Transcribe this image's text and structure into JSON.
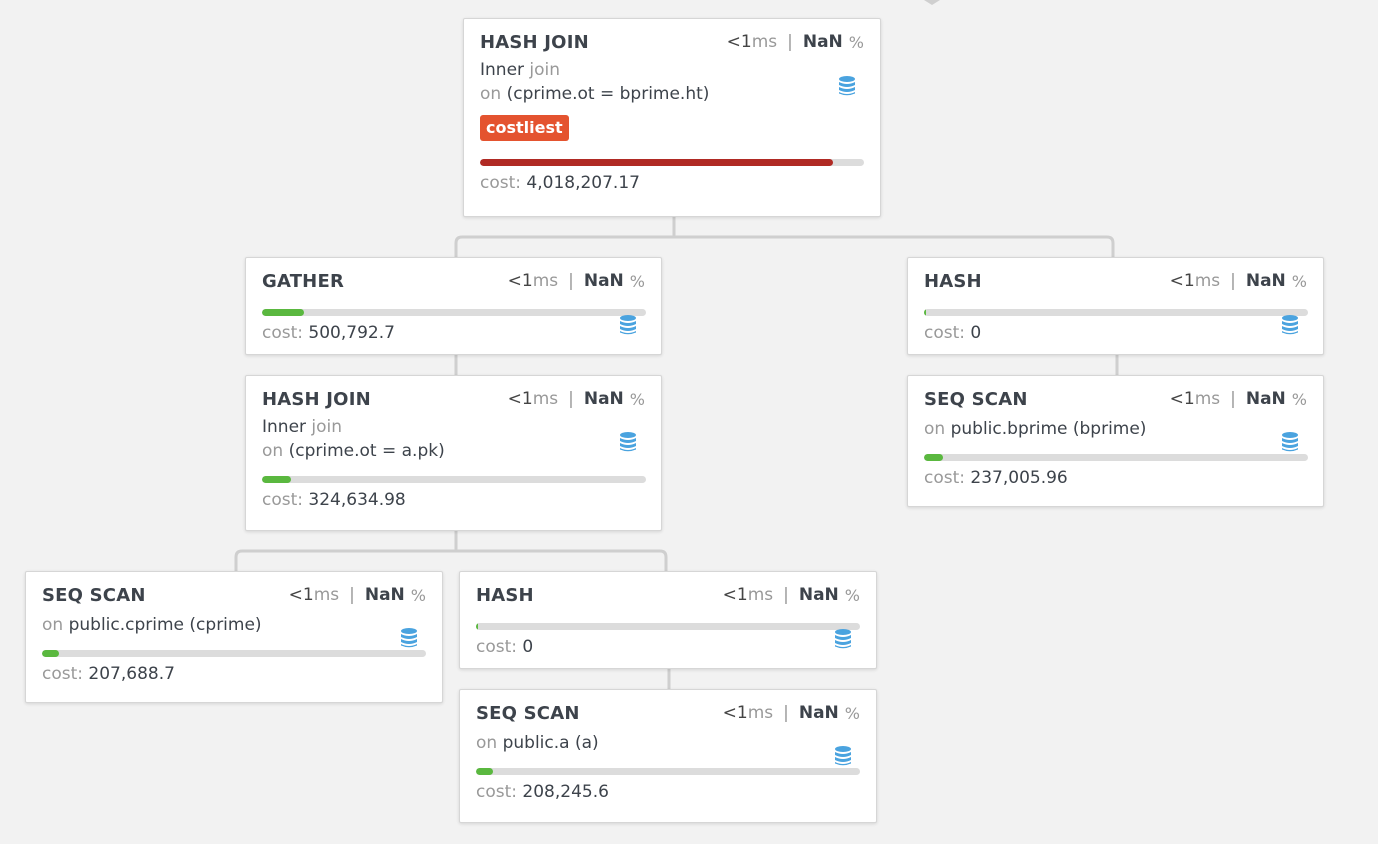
{
  "labels": {
    "timing_unit": "ms",
    "cost_label": "cost:",
    "percent_sign": "%",
    "on_word": "on",
    "join_word": "join"
  },
  "colors": {
    "cost_bar_normal": "#5ab83f",
    "cost_bar_costliest": "#b02a24",
    "badge_costliest": "#e4532f",
    "db_icon": "#4aa3df"
  },
  "nodes": [
    {
      "id": "hash-join-root",
      "title": "HASH JOIN",
      "timing": "<1",
      "percent": "NaN",
      "join_type": "Inner",
      "condition": "(cprime.ot = bprime.ht)",
      "badge": "costliest",
      "cost": "4,018,207.17",
      "cost_fraction": 0.92,
      "icon": "database-icon"
    },
    {
      "id": "gather",
      "title": "GATHER",
      "timing": "<1",
      "percent": "NaN",
      "cost": "500,792.7",
      "cost_fraction": 0.11,
      "icon": "database-icon"
    },
    {
      "id": "hash-right",
      "title": "HASH",
      "timing": "<1",
      "percent": "NaN",
      "cost": "0",
      "cost_fraction": 0.005,
      "icon": "database-icon"
    },
    {
      "id": "hash-join-inner",
      "title": "HASH JOIN",
      "timing": "<1",
      "percent": "NaN",
      "join_type": "Inner",
      "condition": "(cprime.ot = a.pk)",
      "cost": "324,634.98",
      "cost_fraction": 0.075,
      "icon": "database-icon"
    },
    {
      "id": "seq-scan-bprime",
      "title": "SEQ SCAN",
      "timing": "<1",
      "percent": "NaN",
      "relation": "public.bprime (bprime)",
      "cost": "237,005.96",
      "cost_fraction": 0.05,
      "icon": "database-icon"
    },
    {
      "id": "seq-scan-cprime",
      "title": "SEQ SCAN",
      "timing": "<1",
      "percent": "NaN",
      "relation": "public.cprime (cprime)",
      "cost": "207,688.7",
      "cost_fraction": 0.045,
      "icon": "database-icon"
    },
    {
      "id": "hash-left",
      "title": "HASH",
      "timing": "<1",
      "percent": "NaN",
      "cost": "0",
      "cost_fraction": 0.005,
      "icon": "database-icon"
    },
    {
      "id": "seq-scan-a",
      "title": "SEQ SCAN",
      "timing": "<1",
      "percent": "NaN",
      "relation": "public.a (a)",
      "cost": "208,245.6",
      "cost_fraction": 0.045,
      "icon": "database-icon"
    }
  ]
}
